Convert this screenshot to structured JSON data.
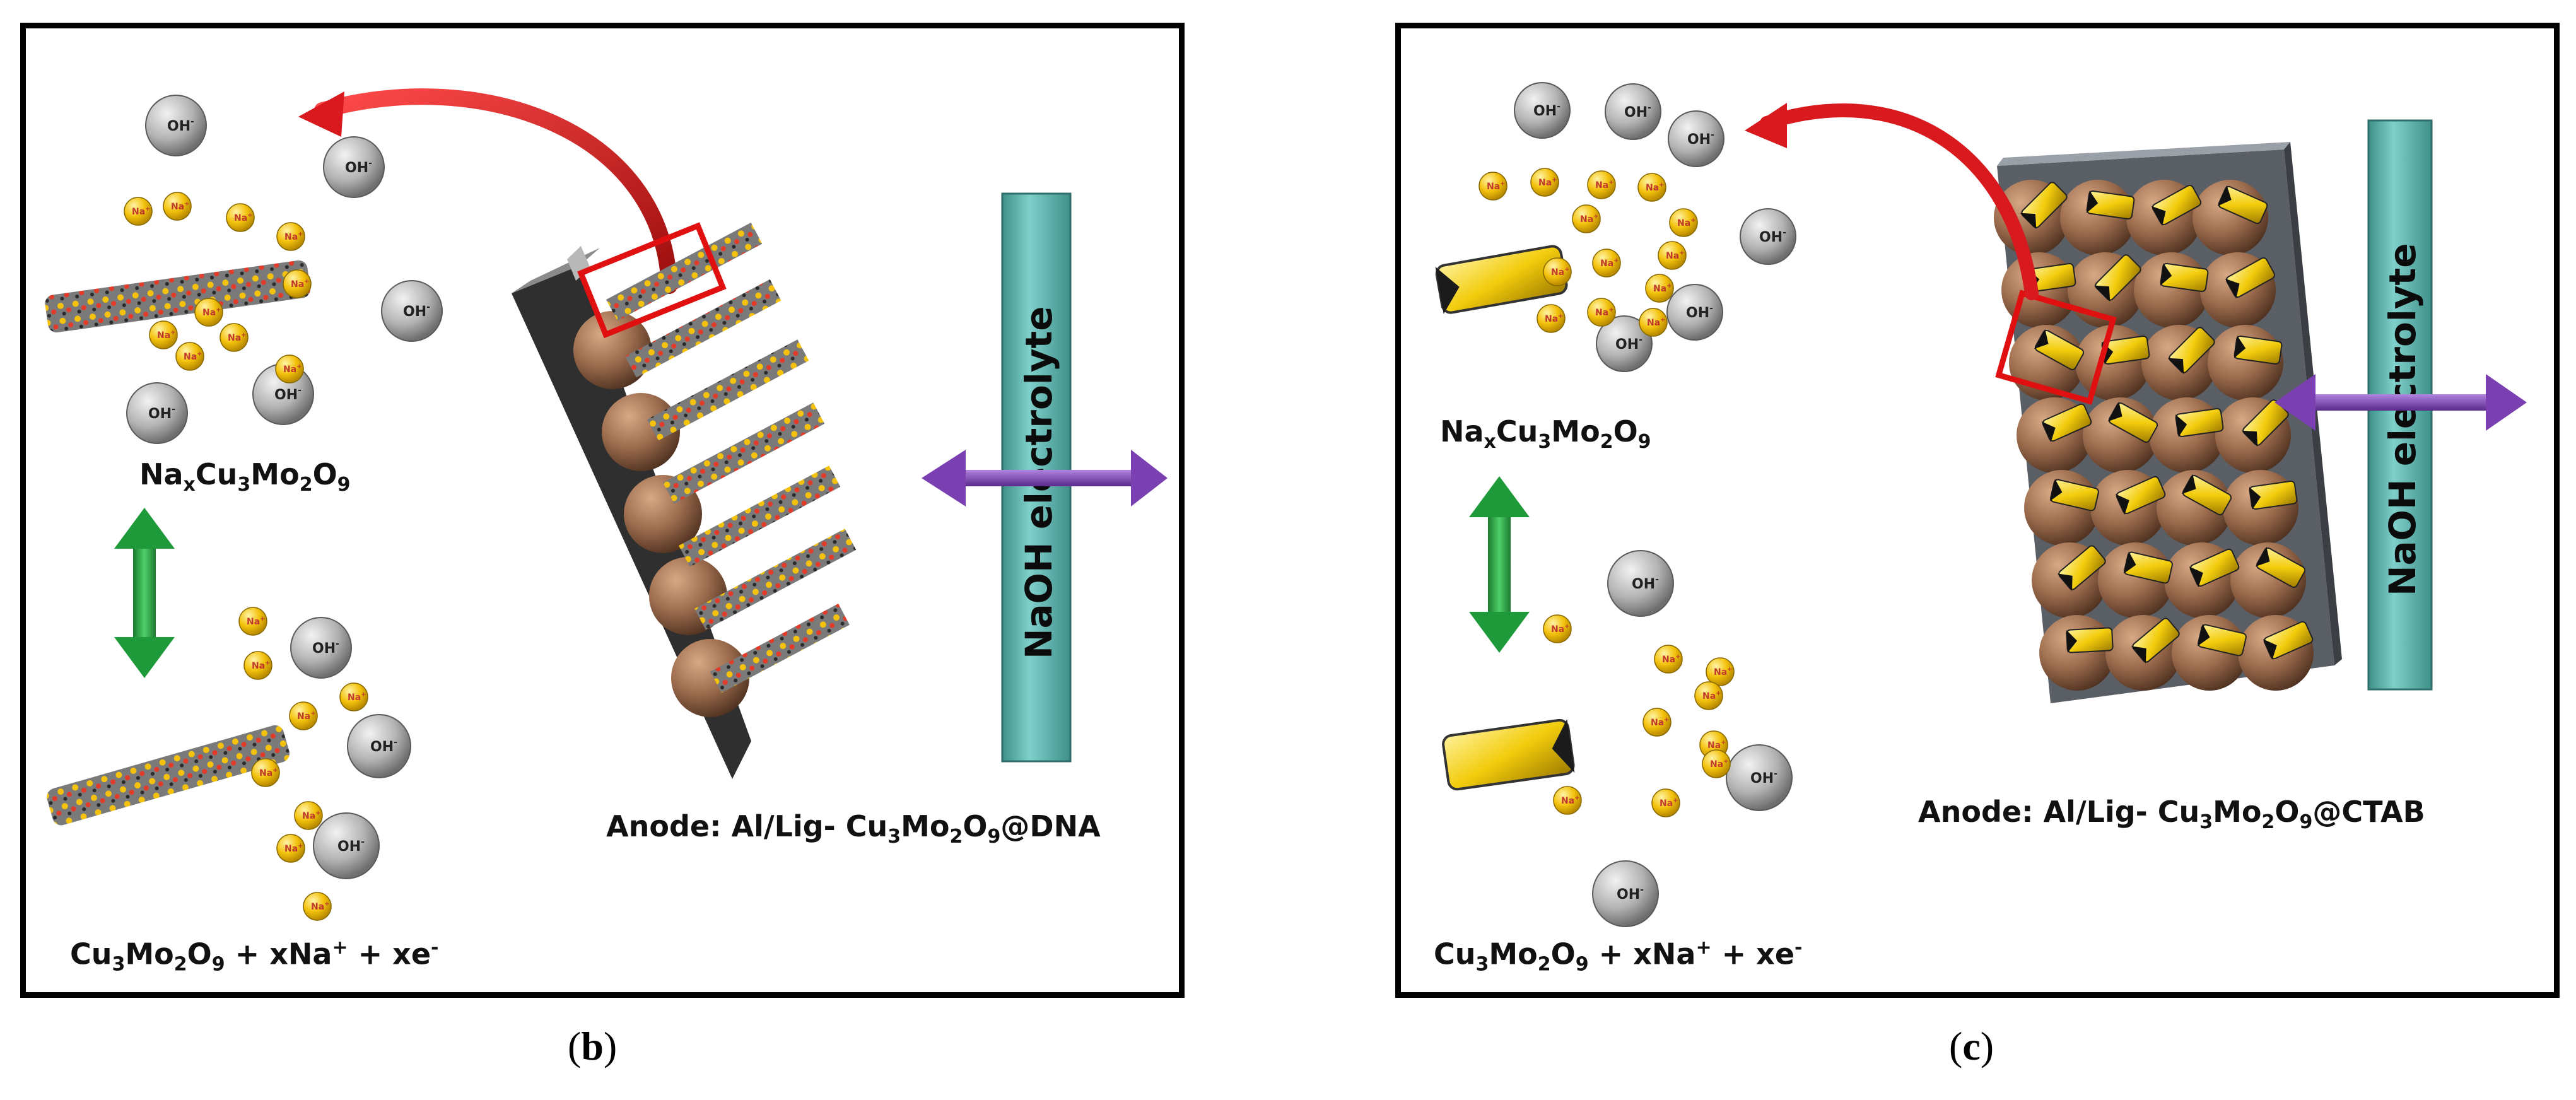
{
  "panels": [
    {
      "id": "b",
      "anode_label_prefix": "Anode: Al/Lig- Cu",
      "anode_label_suffix": "@DNA",
      "electrolyte_label": "NaOH electrolyte",
      "sodiated_label": "Na",
      "reduction_label": "+ xNa",
      "electron_label": "+ xe",
      "hydroxide_ion": "OH",
      "sodium_ion": "Na",
      "caption_letter": "b"
    },
    {
      "id": "c",
      "anode_label_prefix": "Anode: Al/Lig- Cu",
      "anode_label_suffix": "@CTAB",
      "electrolyte_label": "NaOH electrolyte",
      "sodiated_label": "Na",
      "reduction_label": "+ xNa",
      "electron_label": "+ xe",
      "hydroxide_ion": "OH",
      "sodium_ion": "Na",
      "caption_letter": "c"
    }
  ],
  "formula": {
    "cu": "Cu",
    "cu_sub": "3",
    "mo": "Mo",
    "mo_sub": "2",
    "o": "O",
    "o_sub": "9",
    "x_sub": "x",
    "plus": "+",
    "minus": "-"
  },
  "colors": {
    "electrolyte_bar": "#5bb5b0",
    "double_arrow_purple": "#7a3fb0",
    "double_arrow_green": "#1f9a3a",
    "curved_arrow_red": "#d8191e",
    "highlight_box": "#e01010",
    "electrode_dark": "#3a3a3a",
    "sphere_brown": "#9a6a4c",
    "na_ion_yellow": "#f4c20d",
    "oh_ion_gray": "#b5b5b5",
    "ctab_yellow": "#f2cc0c"
  }
}
